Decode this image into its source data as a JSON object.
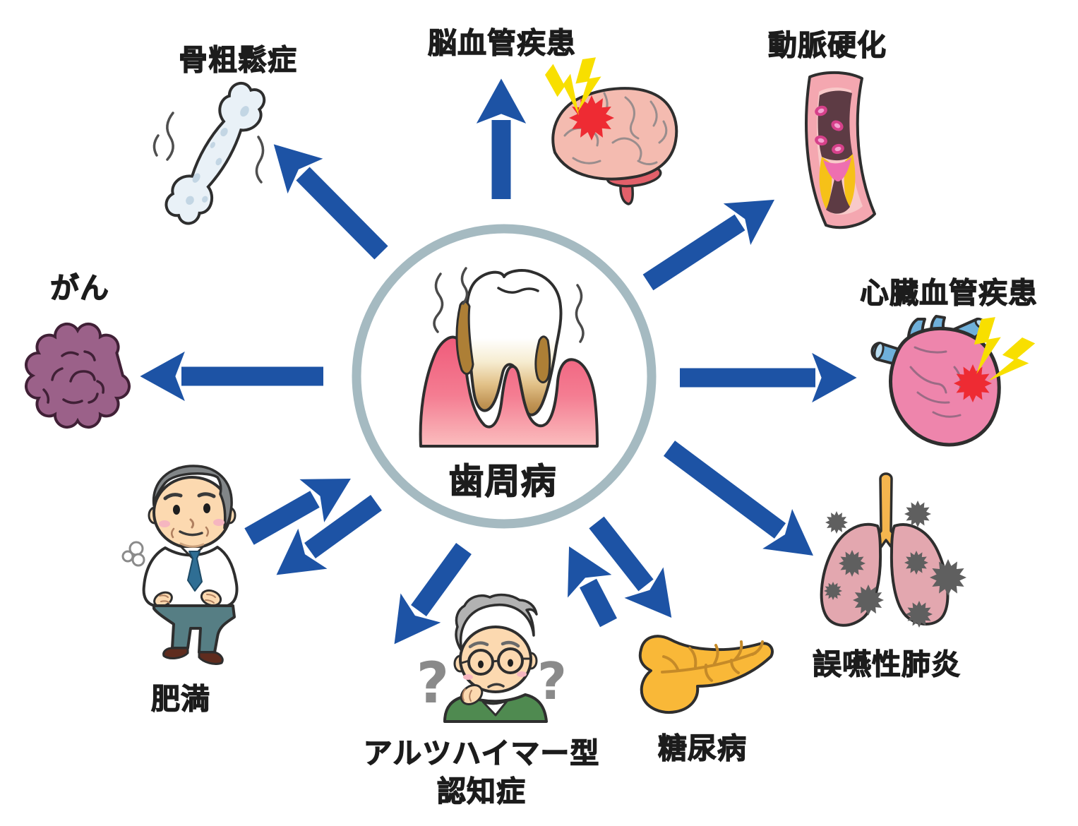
{
  "diagram": {
    "center": {
      "label": "歯周病"
    },
    "labels": {
      "cerebrovascular": "脳血管疾患",
      "arteriosclerosis": "動脈硬化",
      "osteoporosis": "骨粗鬆症",
      "cancer": "がん",
      "cardiovascular": "心臓血管疾患",
      "pneumonia": "誤嚥性肺炎",
      "diabetes": "糖尿病",
      "alzheimer_line1": "アルツハイマー型",
      "alzheimer_line2": "認知症",
      "obesity": "肥満",
      "question": "?"
    },
    "relations": {
      "one_way": [
        "cerebrovascular",
        "arteriosclerosis",
        "osteoporosis",
        "cancer",
        "cardiovascular",
        "pneumonia",
        "alzheimer"
      ],
      "two_way": [
        "obesity",
        "diabetes"
      ]
    },
    "colors": {
      "arrow_blue": "#1d53a5",
      "circle_ring": "#a5bac1",
      "text": "#1c1c1c",
      "background": "#ffffff",
      "gum_pink": "#f25f7d",
      "alert_red": "#ee2b33",
      "lightning_yellow": "#f8df00",
      "lung_pink": "#e3a7af",
      "pancreas_orange": "#f9b838",
      "tumor_purple": "#9b6189",
      "bone_blue": "#e9f1f7",
      "heart_pink": "#ee85ac",
      "vessel_blue": "#6fb0da",
      "cardigan_green": "#4f8a50"
    }
  }
}
